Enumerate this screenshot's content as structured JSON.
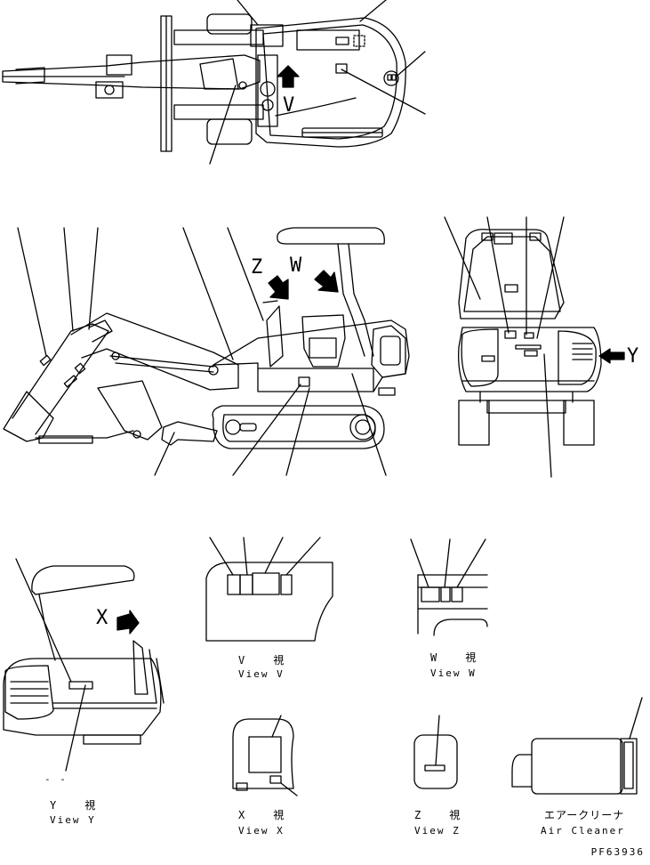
{
  "markers": {
    "z": "Z",
    "w": "W",
    "v": "V",
    "x": "X",
    "y": "Y"
  },
  "captions": {
    "view_v_jp": "V　視",
    "view_v_en": "View V",
    "view_w_jp": "W　視",
    "view_w_en": "View W",
    "view_y_jp": "Y　視",
    "view_y_en": "View Y",
    "view_x_jp": "X　視",
    "view_x_en": "View X",
    "view_z_jp": "Z　視",
    "view_z_en": "View Z",
    "air_cleaner_jp": "エアークリーナ",
    "air_cleaner_en": "Air Cleaner",
    "dash": "- -"
  },
  "drawing_ref": "PF63936",
  "colors": {
    "line": "#000000",
    "background": "#ffffff"
  }
}
